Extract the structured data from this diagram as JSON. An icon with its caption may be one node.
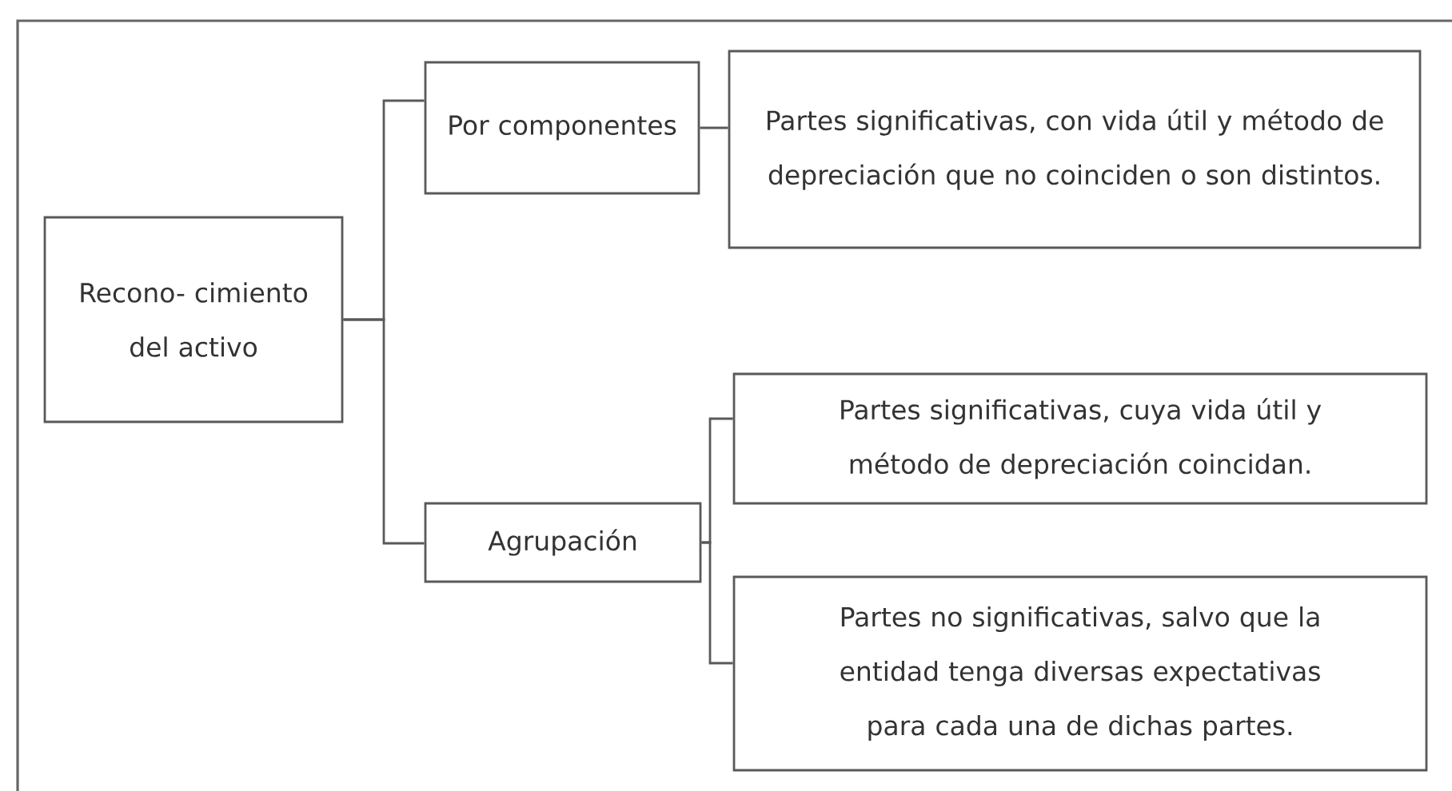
{
  "diagram": {
    "nodes": [
      {
        "text": [
          "Recono- cimiento del activo"
        ]
      },
      {
        "text": [
          "Por componentes"
        ]
      },
      {
        "text": [
          "Partes significativas, con vida útil y método de depreciación que no coinciden o son distintos."
        ]
      },
      {
        "text": [
          "Agrupación"
        ]
      },
      {
        "text": [
          "Partes significativas, cuya vida útil y método de depreciación coincidan."
        ]
      },
      {
        "text": [
          "Partes no significativas, salvo que la entidad tenga diversas expectativas para cada una de dichas partes."
        ]
      }
    ],
    "edges": [
      {
        "from": 0,
        "to": 1,
        "arrow": "none"
      },
      {
        "from": 0,
        "to": 3,
        "arrow": "none"
      },
      {
        "from": 1,
        "to": 2,
        "arrow": "none"
      },
      {
        "from": 3,
        "to": 4,
        "arrow": "none"
      },
      {
        "from": 3,
        "to": 5,
        "arrow": "none"
      }
    ]
  }
}
